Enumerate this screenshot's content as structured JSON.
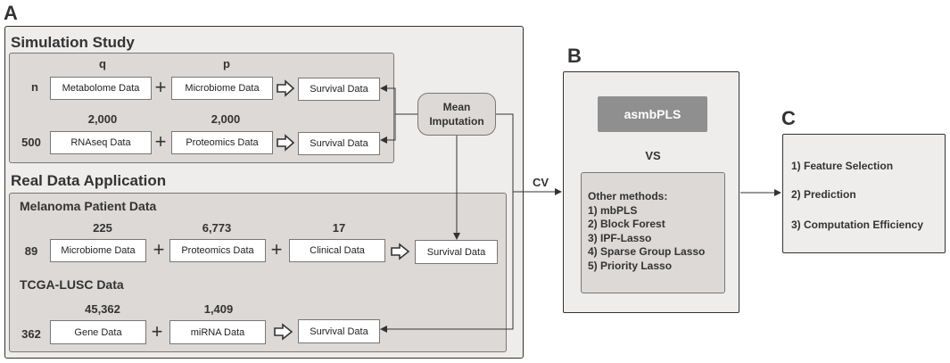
{
  "panels": {
    "a": "A",
    "b": "B",
    "c": "C"
  },
  "simulation": {
    "title": "Simulation Study",
    "row1": {
      "n": "n",
      "header1": "q",
      "header2": "p",
      "block1": "Metabolome Data",
      "block2": "Microbiome Data",
      "outcome": "Survival Data"
    },
    "row2": {
      "n": "500",
      "header1": "2,000",
      "header2": "2,000",
      "block1": "RNAseq Data",
      "block2": "Proteomics Data",
      "outcome": "Survival Data"
    }
  },
  "mean_imputation": {
    "line1": "Mean",
    "line2": "Imputation"
  },
  "real_data": {
    "title": "Real Data Application",
    "melanoma": {
      "title": "Melanoma Patient Data",
      "n": "89",
      "header1": "225",
      "header2": "6,773",
      "header3": "17",
      "block1": "Microbiome Data",
      "block2": "Proteomics Data",
      "block3": "Clinical Data",
      "outcome": "Survival Data"
    },
    "tcga": {
      "title": "TCGA-LUSC Data",
      "n": "362",
      "header1": "45,362",
      "header2": "1,409",
      "block1": "Gene Data",
      "block2": "miRNA Data",
      "outcome": "Survival Data"
    }
  },
  "plus_symbol": "+",
  "cv_label": "CV",
  "comparison": {
    "method": "asmbPLS",
    "vs": "VS",
    "others_title": "Other methods:",
    "others": [
      "1) mbPLS",
      "2) Block Forest",
      "3) IPF-Lasso",
      "4) Sparse Group Lasso",
      "5) Priority Lasso"
    ]
  },
  "criteria": [
    "1) Feature Selection",
    "2) Prediction",
    "3) Computation Efficiency"
  ]
}
